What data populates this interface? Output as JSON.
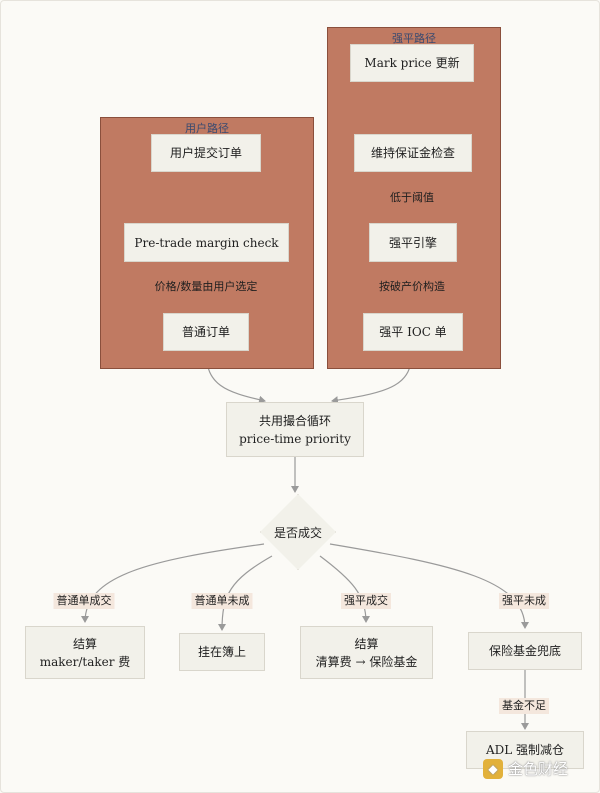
{
  "groups": {
    "user_path": "用户路径",
    "liquidation_path": "强平路径"
  },
  "nodes": {
    "user_submit": "用户提交订单",
    "pretrade_check": "Pre-trade margin check",
    "normal_order": "普通订单",
    "mark_price": "Mark price 更新",
    "maintenance_check": "维持保证金检查",
    "liq_engine": "强平引擎",
    "liq_ioc": "强平 IOC 单",
    "matching_line1": "共用撮合循环",
    "matching_line2": "price-time priority",
    "decision": "是否成交",
    "settle_line1": "结算",
    "settle_line2": "maker/taker 费",
    "rest_on_book": "挂在簿上",
    "liq_settle_line1": "结算",
    "liq_settle_line2": "清算费 → 保险基金",
    "insurance_fund": "保险基金兜底",
    "adl": "ADL 强制减仓"
  },
  "edge_labels": {
    "user_chosen": "价格/数量由用户选定",
    "below_threshold": "低于阈值",
    "bankruptcy_price": "按破产价构造",
    "normal_filled": "普通单成交",
    "normal_unfilled": "普通单未成",
    "liq_filled": "强平成交",
    "liq_unfilled": "强平未成",
    "fund_insufficient": "基金不足"
  },
  "watermark": {
    "logo_icon": "coin-logo-icon",
    "text": "金色财经"
  },
  "colors": {
    "group_fill": "#c07a62",
    "node_fill": "#f2f1ea",
    "edge": "#9a9a9a",
    "group_label": "#3a4a70"
  }
}
